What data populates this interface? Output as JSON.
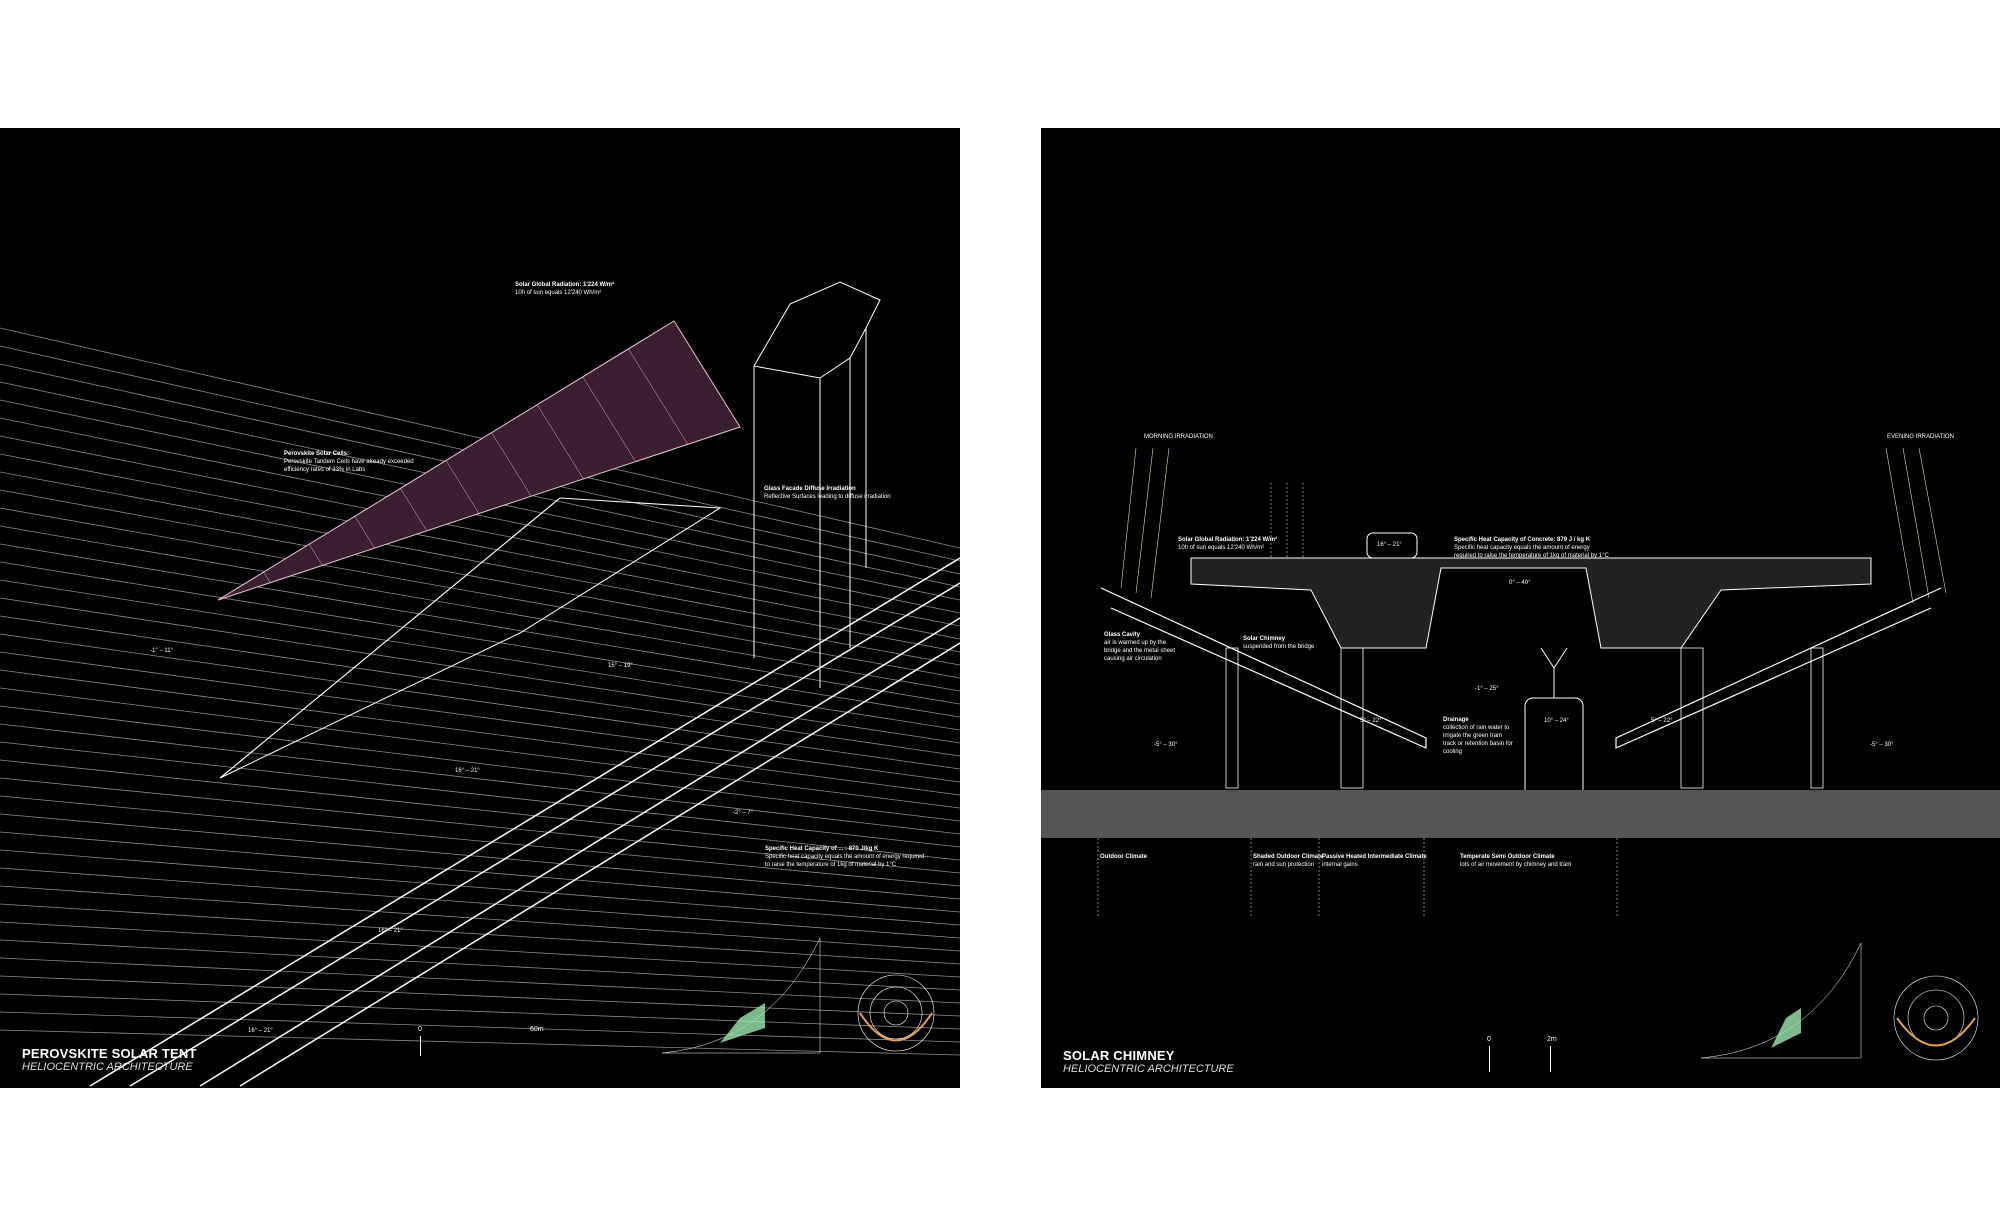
{
  "left_panel": {
    "title": "PEROVSKITE SOLAR TENT",
    "subtitle": "HELIOCENTRIC ARCHITECTURE",
    "annotations": {
      "solar_radiation": {
        "heading": "Solar Global Radiation: 1'224 W/m²",
        "text": "10h of sun equals 12'240 Wh/m²"
      },
      "perovskite": {
        "heading": "Perovskite Solar Cells:",
        "line1": "Perovskite Tandem Cells have already exceeded",
        "line2": "efficiency rates of 33% in Labs"
      },
      "glass_facade": {
        "heading": "Glass Facade Diffuse Irradiation",
        "text": "Reflective Surfaces leading to diffuse irradiation"
      },
      "heat_capacity": {
        "heading": "Specific Heat Capacity of ... : 870 J/kg K",
        "line1": "Specific heat capacity equals the amount of energy required",
        "line2": "to raise the temperature of 1kg of material by 1°C"
      }
    },
    "temperatures": [
      "-1° – 11°",
      "16° – 21°",
      "15° – 19°",
      "16° – 21°",
      "16° – 21°",
      "-2° – 7°"
    ],
    "scale": {
      "start": "0",
      "end": "60m"
    }
  },
  "right_panel": {
    "title": "SOLAR CHIMNEY",
    "subtitle": "HELIOCENTRIC ARCHITECTURE",
    "morning": "MORNING IRRADIATION",
    "evening": "EVENING IRRADIATION",
    "annotations": {
      "solar_radiation": {
        "heading": "Solar Global Radiation: 1'224 W/m²",
        "text": "10h of sun equals 12'240 Wh/m²"
      },
      "concrete": {
        "heading": "Specific Heat Capacity of Concrete: 879 J / kg K",
        "line1": "Specific heat capacity equals the amount of energy",
        "line2": "required to raise the temperature of 1kg of material by 1°C"
      },
      "glass_cavity": {
        "heading": "Glass Cavity",
        "line1": "air is warmed up by the",
        "line2": "bridge and the metal sheet",
        "line3": "causing air circulation"
      },
      "solar_chimney": {
        "heading": "Solar Chimney",
        "text": "suspended from the bridge"
      },
      "drainage": {
        "heading": "Drainage",
        "line1": "collection of rain water to",
        "line2": "irrigate the green tram",
        "line3": "track or retention basin for",
        "line4": "cooling"
      }
    },
    "temperatures": {
      "deck": "0° – 40°",
      "car": "16° – 21°",
      "under": "-1° – 25°",
      "left_shade": "5° – 22°",
      "right_shade": "5° – 22°",
      "tram": "10° – 24°",
      "outer_left": "-5° – 30°",
      "outer_right": "-5° – 30°"
    },
    "climates": [
      {
        "heading": "Outdoor Climate",
        "text": ""
      },
      {
        "heading": "Shaded Outdoor Climate",
        "text": "rain and sun protection"
      },
      {
        "heading": "Passive Heated Intermediate Climate",
        "text": "internal gains"
      },
      {
        "heading": "Temperate Semi Outdoor Climate",
        "text": "lots of air movement by chimney and tram"
      }
    ],
    "scale": {
      "start": "0",
      "end": "2m"
    }
  },
  "colors": {
    "background": "#000000",
    "lines": "#ffffff",
    "solar_panel": "#e8b4d0",
    "comfort_zone": "#9be8b0",
    "sun_path": "#e0a050"
  }
}
